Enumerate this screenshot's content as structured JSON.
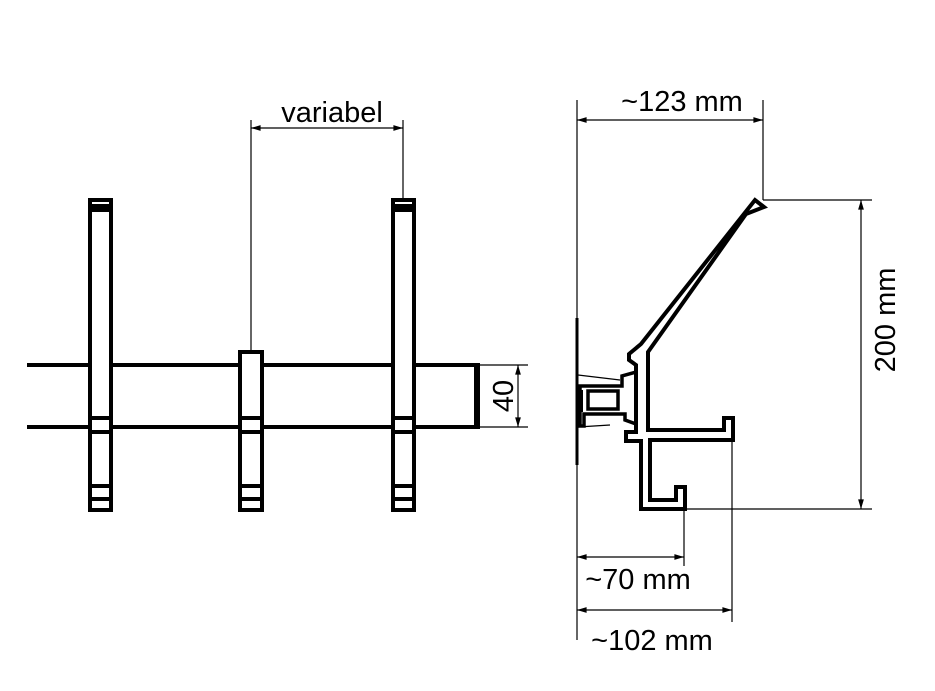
{
  "front_view": {
    "spacing_label": "variabel",
    "rail_height_label": "40"
  },
  "side_view": {
    "depth_total_label": "~123 mm",
    "height_label": "200 mm",
    "lower_hook_depth_label": "~70 mm",
    "upper_hook_depth_label": "~102 mm"
  },
  "colors": {
    "line": "#000000",
    "background": "#ffffff"
  }
}
